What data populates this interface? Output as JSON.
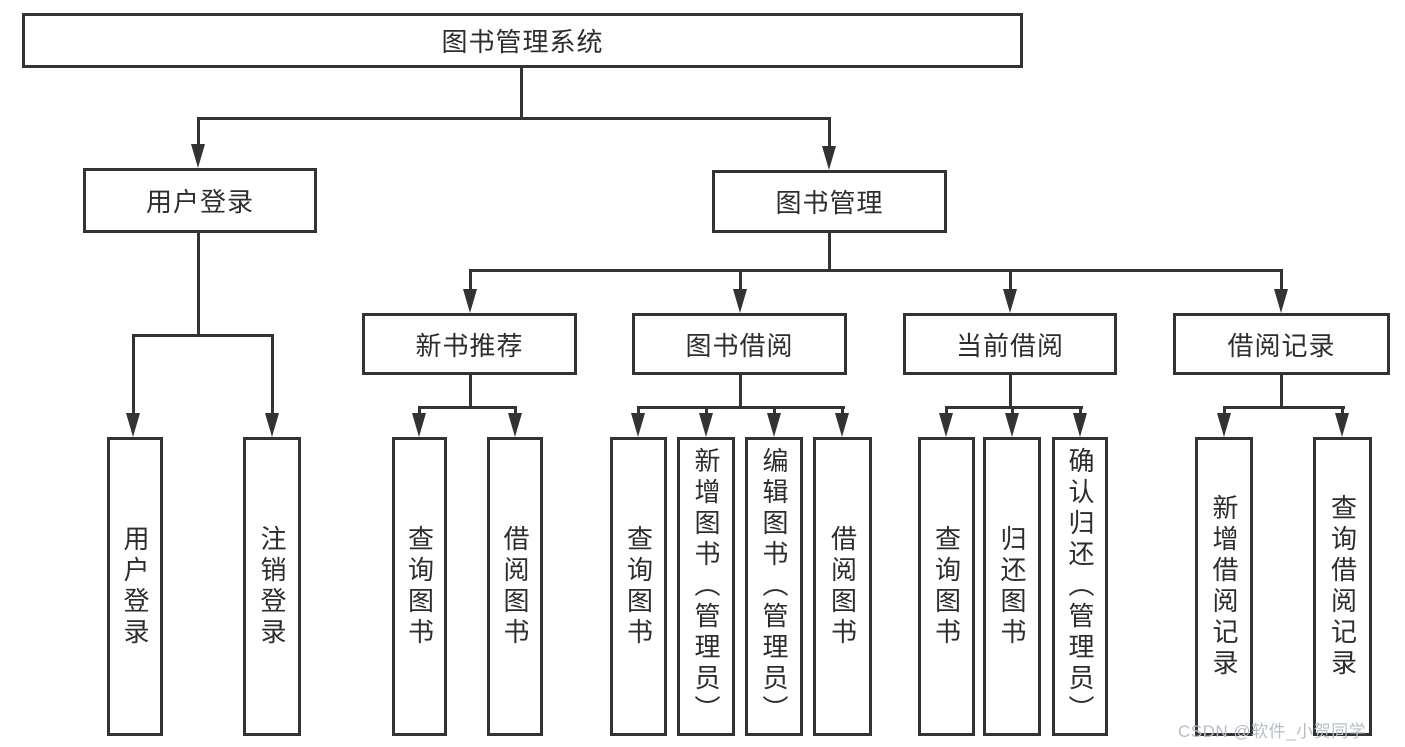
{
  "diagram": {
    "root": {
      "label": "图书管理系统"
    },
    "level2": [
      {
        "label": "用户登录"
      },
      {
        "label": "图书管理"
      }
    ],
    "level3": [
      {
        "label": "新书推荐",
        "parent": "图书管理"
      },
      {
        "label": "图书借阅",
        "parent": "图书管理"
      },
      {
        "label": "当前借阅",
        "parent": "图书管理"
      },
      {
        "label": "借阅记录",
        "parent": "图书管理"
      }
    ],
    "level4": [
      {
        "label": "用户登录",
        "parent": "用户登录"
      },
      {
        "label": "注销登录",
        "parent": "用户登录"
      },
      {
        "label": "查询图书",
        "parent": "新书推荐"
      },
      {
        "label": "借阅图书",
        "parent": "新书推荐"
      },
      {
        "label": "查询图书",
        "parent": "图书借阅"
      },
      {
        "label": "新增图书（管理员）",
        "parent": "图书借阅"
      },
      {
        "label": "编辑图书（管理员）",
        "parent": "图书借阅"
      },
      {
        "label": "借阅图书",
        "parent": "图书借阅"
      },
      {
        "label": "查询图书",
        "parent": "当前借阅"
      },
      {
        "label": "归还图书",
        "parent": "当前借阅"
      },
      {
        "label": "确认归还（管理员）",
        "parent": "当前借阅"
      },
      {
        "label": "新增借阅记录",
        "parent": "借阅记录"
      },
      {
        "label": "查询借阅记录",
        "parent": "借阅记录"
      }
    ]
  },
  "watermark": {
    "text": "CSDN @软件_小贺同学"
  },
  "colors": {
    "line": "#333333",
    "box_border": "#333333",
    "text": "#2d2d2d",
    "background": "#ffffff",
    "watermark": "#b7bdc6"
  }
}
